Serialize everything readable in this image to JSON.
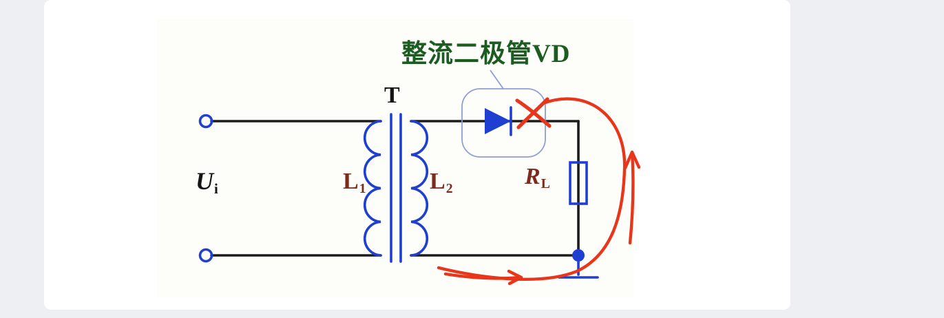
{
  "page": {
    "background": "#edeff2",
    "panel_background": "#ffffff"
  },
  "diagram": {
    "title_label": "整流二极管VD",
    "transformer_label": "T",
    "input_voltage": {
      "main": "U",
      "sub": "i"
    },
    "primary_winding": {
      "main": "L",
      "sub": "1"
    },
    "secondary_winding": {
      "main": "L",
      "sub": "2"
    },
    "load_resistor": {
      "main": "R",
      "sub": "L"
    },
    "colors": {
      "wire": "#1c1c1c",
      "component_blue": "#1f3fd0",
      "title_green": "#1d5c21",
      "winding_label_maroon": "#7c2b1c",
      "annotation_red": "#e8361c",
      "callout_border": "#8e9fd6",
      "page_bg": "#edeff2"
    }
  },
  "annotations": {
    "cross_out_icon": "x-cross-out-mark",
    "current_loop_icon": "hand-drawn-current-loop",
    "up_arrow_icon": "upward-arrow",
    "right_arrow_icon": "rightward-arrow"
  }
}
